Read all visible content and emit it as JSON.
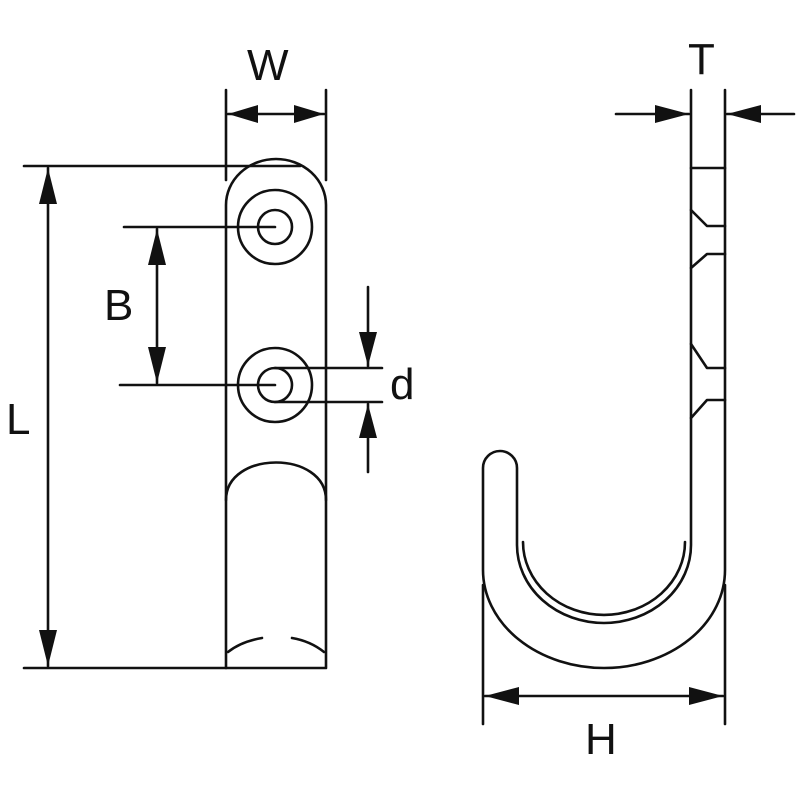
{
  "diagram": {
    "line_color": "#111111",
    "background": "#ffffff",
    "views": [
      "front-view",
      "side-view"
    ],
    "dimensions": {
      "width": "W",
      "thickness": "T",
      "length": "L",
      "hole_spacing": "B",
      "hole_diameter": "d",
      "hook_depth": "H"
    }
  }
}
